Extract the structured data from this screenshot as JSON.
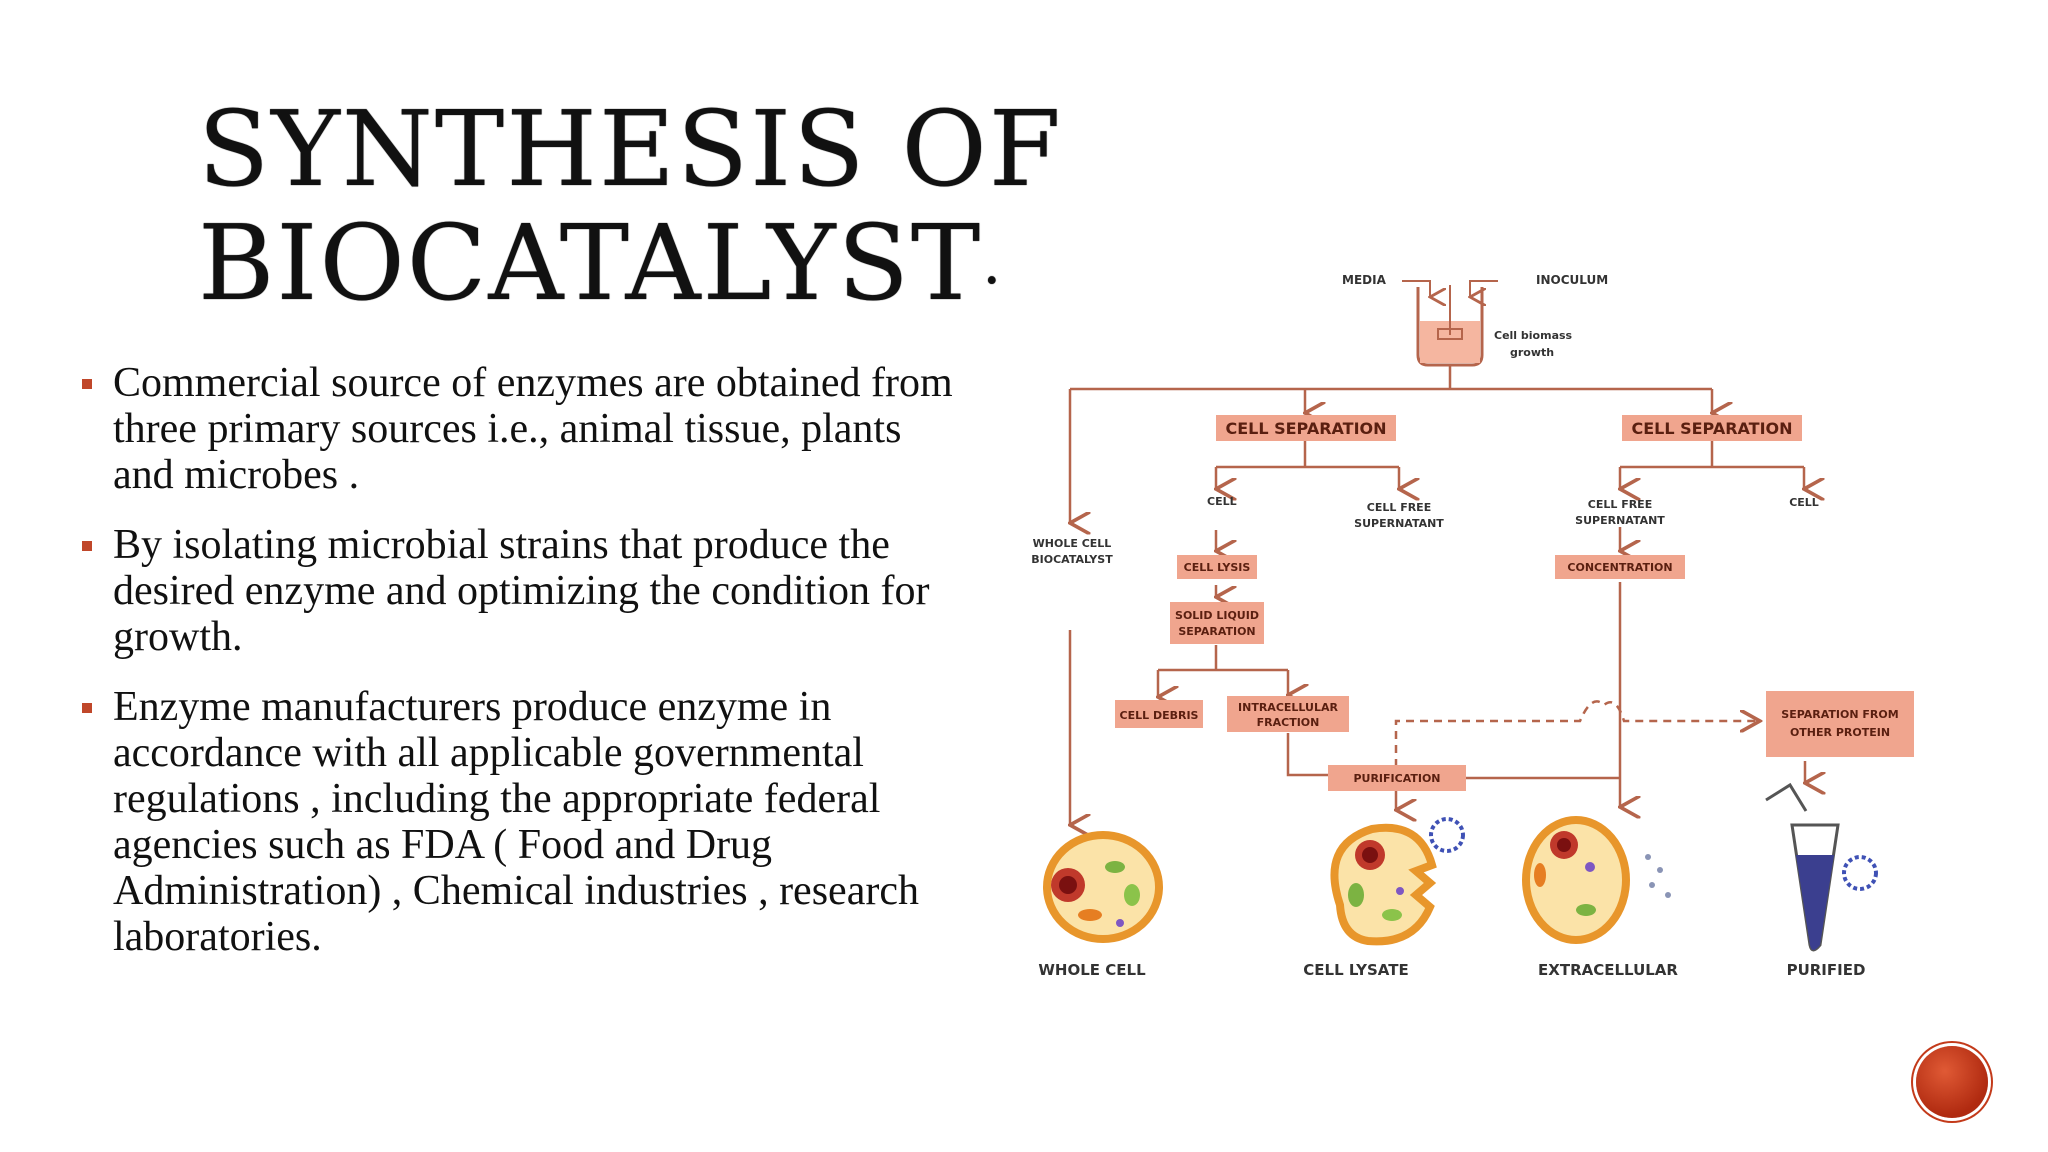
{
  "slide": {
    "title_line1": "SYNTHESIS OF",
    "title_line2": "BIOCATALYST",
    "title_mark": "."
  },
  "bullets": [
    "Commercial source of enzymes are obtained from three primary sources i.e., animal tissue, plants and microbes .",
    "By isolating microbial strains that produce the desired enzyme and optimizing the condition for growth.",
    "Enzyme manufacturers produce enzyme in accordance with all applicable governmental regulations  , including the appropriate federal agencies such as FDA ( Food and Drug Administration) , Chemical industries , research laboratories."
  ],
  "diagram": {
    "media": "MEDIA",
    "inoculum": "INOCULUM",
    "biomass_line1": "Cell biomass",
    "biomass_line2": "growth",
    "cell_separation_left": "CELL SEPARATION",
    "cell_separation_right": "CELL SEPARATION",
    "cell_left": "CELL",
    "cell_free_left_line1": "CELL FREE",
    "cell_free_left_line2": "SUPERNATANT",
    "cell_free_right_line1": "CELL FREE",
    "cell_free_right_line2": "SUPERNATANT",
    "cell_right": "CELL",
    "whole_cell_bio_line1": "WHOLE CELL",
    "whole_cell_bio_line2": "BIOCATALYST",
    "cell_lysis": "CELL LYSIS",
    "concentration": "CONCENTRATION",
    "solid_liquid_line1": "SOLID LIQUID",
    "solid_liquid_line2": "SEPARATION",
    "cell_debris": "CELL DEBRIS",
    "intracellular_line1": "INTRACELLULAR",
    "intracellular_line2": "FRACTION",
    "separation_other_line1": "SEPARATION FROM",
    "separation_other_line2": "OTHER PROTEIN",
    "purification": "PURIFICATION",
    "label_whole_cell": "WHOLE CELL",
    "label_cell_lysate": "CELL LYSATE",
    "label_extracellular": "EXTRACELLULAR",
    "label_purified": "PURIFIED"
  },
  "colors": {
    "accent": "#c0472a",
    "box_fill": "#f0a58e",
    "line": "#b5654c",
    "cell_fill": "#fbe3a8",
    "cell_border": "#e8962b"
  }
}
